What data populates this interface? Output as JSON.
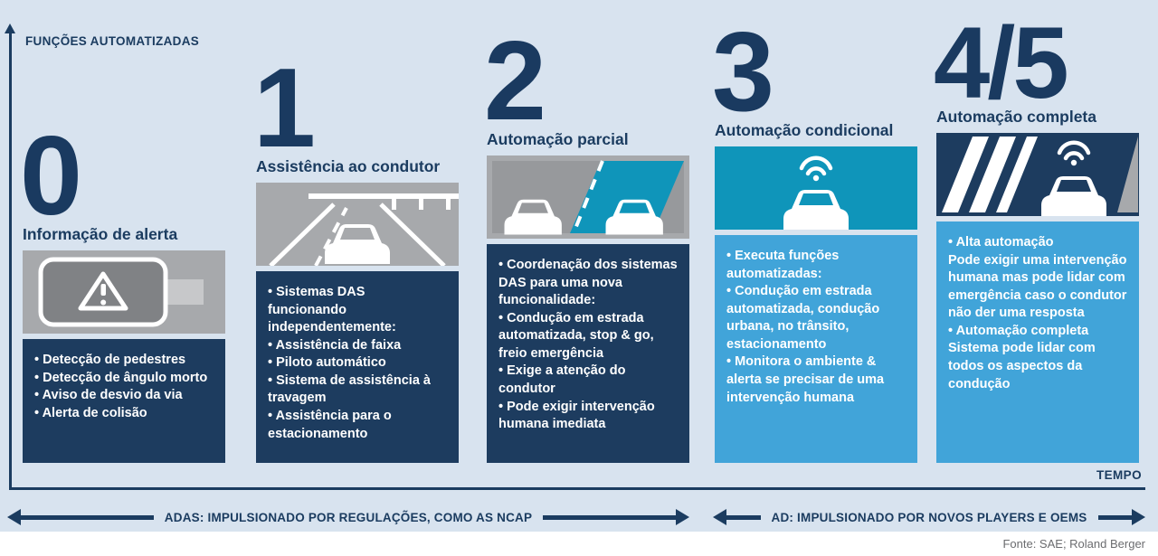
{
  "y_axis_label": "FUNÇÕES AUTOMATIZADAS",
  "x_axis_label": "TEMPO",
  "columns": [
    {
      "number": "0",
      "title": "Informação de alerta",
      "icon": "side-mirror-warning-icon",
      "bullets": [
        "• Detecção de pedestres",
        "• Detecção de ângulo morto",
        "• Aviso de desvio da via",
        "• Alerta de colisão"
      ]
    },
    {
      "number": "1",
      "title": "Assistência ao condutor",
      "icon": "car-on-road-icon",
      "bullets": [
        "• Sistemas DAS funcionando independentemente:",
        "• Assistência de faixa",
        "• Piloto automático",
        "• Sistema de assistência à travagem",
        "• Assistência para o estacionamento"
      ]
    },
    {
      "number": "2",
      "title": "Automação parcial",
      "icon": "two-cars-lane-icon",
      "bullets": [
        "• Coordenação dos sistemas DAS para uma nova funcionalidade:",
        "• Condução em estrada automatizada, stop & go, freio emergência",
        "• Exige a atenção do condutor",
        "• Pode exigir intervenção humana imediata"
      ]
    },
    {
      "number": "3",
      "title": "Automação condicional",
      "icon": "connected-car-icon",
      "bullets": [
        "• Executa funções automatizadas:",
        "• Condução em estrada automatizada, condução urbana, no trânsito, estacionamento",
        "• Monitora o ambiente & alerta se precisar de uma intervenção humana"
      ]
    },
    {
      "number": "4/5",
      "title": "Automação completa",
      "icon": "autonomous-car-road-icon",
      "bullets": [
        "• Alta automação\nPode exigir uma intervenção humana mas pode lidar com emergência caso o condutor não der uma resposta",
        "• Automação completa\nSistema pode lidar com todos os aspectos da condução"
      ]
    }
  ],
  "ranges": [
    {
      "label": "ADAS: IMPULSIONADO POR REGULAÇÕES, COMO AS NCAP"
    },
    {
      "label": "AD: IMPULSIONADO POR NOVOS PLAYERS E OEMS"
    }
  ],
  "source": "Fonte: SAE; Roland Berger",
  "colors": {
    "background": "#d8e3ef",
    "navy": "#1b3c60",
    "grey": "#a7a9ac",
    "teal": "#0f95ba",
    "light_blue": "#41a4d9",
    "white": "#ffffff"
  }
}
